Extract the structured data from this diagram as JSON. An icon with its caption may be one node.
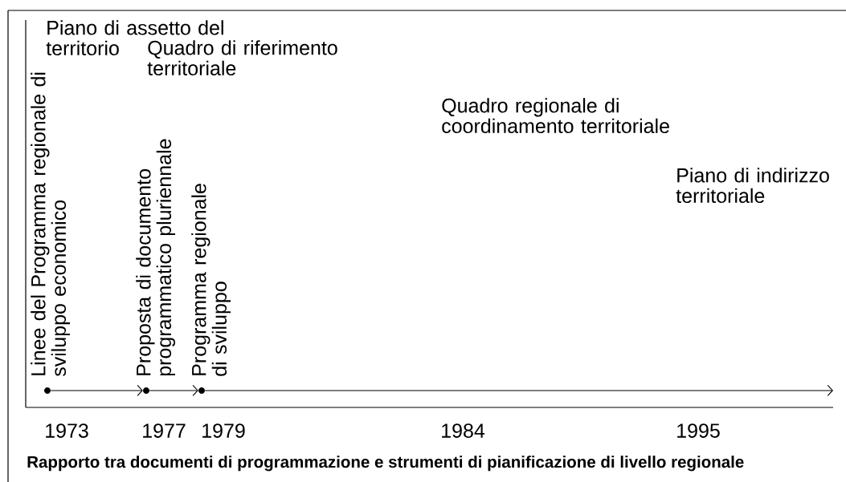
{
  "diagram": {
    "caption": "Rapporto tra documenti di programmazione e strumenti di pianificazione di livello regionale",
    "nodes": [
      {
        "text": [],
        "shape": "circle"
      },
      {
        "text": [],
        "shape": "circle"
      },
      {
        "text": [],
        "shape": "circle"
      }
    ],
    "edges": [
      {
        "from": 0,
        "to": 1,
        "arrow": "to"
      },
      {
        "from": 1,
        "to": 2,
        "arrow": "to"
      },
      {
        "from": 2,
        "to": null,
        "arrow": "to"
      }
    ],
    "labels": [
      "Piano di assetto del territorio",
      "Quadro di riferimento territoriale",
      "Linee del Programma regionale di sviluppo economico",
      "Proposta di documento programmatico pluriennale",
      "Programma regionale di sviluppo",
      "Quadro regionale di coordinamento territoriale",
      "Piano di indirizzo territoriale",
      "1973",
      "1977",
      "1979",
      "1984",
      "1995"
    ]
  }
}
